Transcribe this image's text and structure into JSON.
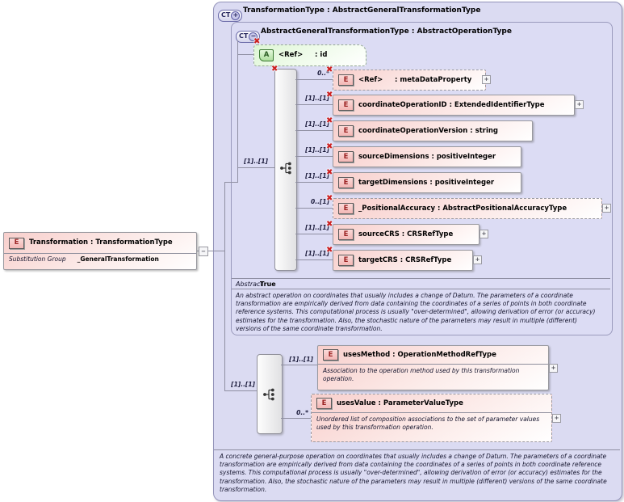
{
  "badges": {
    "complex_type": "CT",
    "element": "E",
    "attribute": "A"
  },
  "icons": {
    "expand": "+",
    "collapse": "−",
    "red_x": "✖",
    "link_minus": "−"
  },
  "left_element": {
    "title": "Transformation : TransformationType",
    "substitution_group_label": "Substitution Group",
    "substitution_group_value": "_GeneralTransformation"
  },
  "outer": {
    "modifier": "+",
    "title": "TransformationType : AbstractGeneralTransformationType",
    "description": "A concrete general-purpose operation on coordinates that usually includes a change of Datum. The parameters of a coordinate transformation are empirically derived from data containing the coordinates of a series of points in both coordinate reference systems. This computational process is usually \"over-determined\", allowing derivation of error (or accuracy) estimates for the transformation. Also, the stochastic nature of the parameters may result in multiple (different) versions of the same coordinate transformation."
  },
  "inner": {
    "modifier": "−",
    "title": "AbstractGeneralTransformationType : AbstractOperationType",
    "attribute_label": "<Ref>     : id",
    "sequence_cardinality": "[1]..[1]",
    "rows": [
      {
        "card": "0..*",
        "label": "<Ref>     : metaDataProperty"
      },
      {
        "card": "[1]..[1]",
        "label": "coordinateOperationID : ExtendedIdentifierType"
      },
      {
        "card": "[1]..[1]",
        "label": "coordinateOperationVersion : string"
      },
      {
        "card": "[1]..[1]",
        "label": "sourceDimensions : positiveInteger"
      },
      {
        "card": "[1]..[1]",
        "label": "targetDimensions : positiveInteger"
      },
      {
        "card": "0..[1]",
        "label": "_PositionalAccuracy : AbstractPositionalAccuracyType"
      },
      {
        "card": "[1]..[1]",
        "label": "sourceCRS : CRSRefType"
      },
      {
        "card": "[1]..[1]",
        "label": "targetCRS : CRSRefType"
      }
    ],
    "abstract_label": "Abstract",
    "abstract_value": "True",
    "description": "An abstract operation on coordinates that usually includes a change of Datum. The parameters of a coordinate transformation are empirically derived from data containing the coordinates of a series of points in both coordinate reference systems. This computational process is usually \"over-determined\", allowing derivation of error (or accuracy) estimates for the transformation. Also, the stochastic nature of the parameters may result in multiple (different) versions of the same coordinate transformation."
  },
  "extension": {
    "sequence_cardinality": "[1]..[1]",
    "uses_method": {
      "card": "[1]..[1]",
      "label": "usesMethod : OperationMethodRefType",
      "description": "Association to the operation method used by this transformation operation."
    },
    "uses_value": {
      "card": "0..*",
      "label": "usesValue : ParameterValueType",
      "description": "Unordered list of composition associations to the set of parameter values used by this transformation operation."
    }
  }
}
